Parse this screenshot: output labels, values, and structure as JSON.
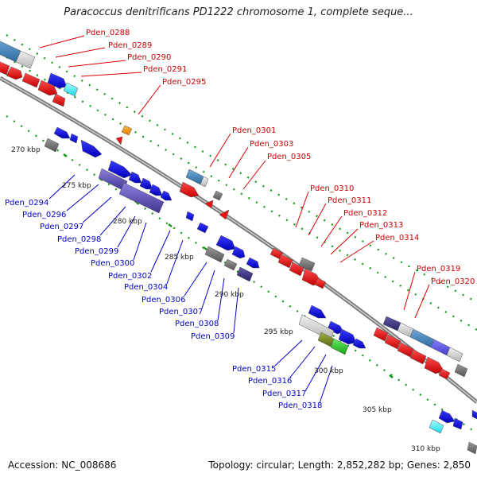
{
  "title": "Paracoccus denitrificans PD1222 chromosome 1, complete seque...",
  "footer": {
    "accession": "Accession: NC_008686",
    "topology": "Topology: circular; Length: 2,852,282 bp; Genes: 2,850"
  },
  "colors": {
    "forward": "#ee1111",
    "reverse": "#1111ee",
    "backbone": "#8c8c8c",
    "tick": "#119911",
    "label_fwd": "#cc0000",
    "label_rev": "#0000cc"
  },
  "kbp_labels": [
    "270 kbp",
    "275 kbp",
    "280 kbp",
    "285 kbp",
    "290 kbp",
    "295 kbp",
    "300 kbp",
    "305 kbp",
    "310 kbp"
  ],
  "forward_gene_labels": [
    "Pden_0288",
    "Pden_0289",
    "Pden_0290",
    "Pden_0291",
    "Pden_0295",
    "Pden_0301",
    "Pden_0303",
    "Pden_0305",
    "Pden_0310",
    "Pden_0311",
    "Pden_0312",
    "Pden_0313",
    "Pden_0314",
    "Pden_0319",
    "Pden_0320"
  ],
  "reverse_gene_labels": [
    "Pden_0294",
    "Pden_0296",
    "Pden_0297",
    "Pden_0298",
    "Pden_0299",
    "Pden_0300",
    "Pden_0302",
    "Pden_0304",
    "Pden_0306",
    "Pden_0307",
    "Pden_0308",
    "Pden_0309",
    "Pden_0315",
    "Pden_0316",
    "Pden_0317",
    "Pden_0318"
  ]
}
